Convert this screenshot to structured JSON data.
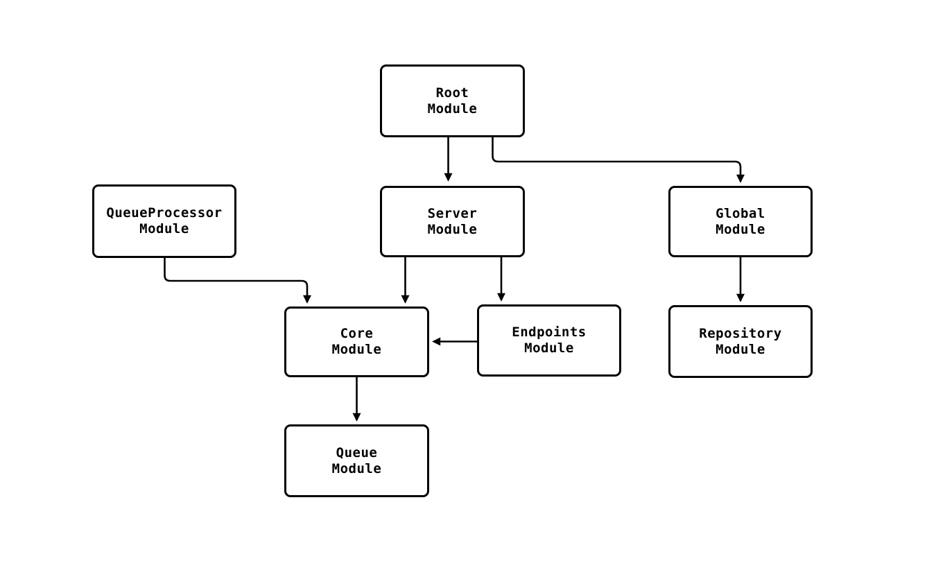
{
  "diagram": {
    "type": "module-dependency-graph",
    "background_color": "#ffffff",
    "stroke_color": "#000000",
    "text_color": "#000000",
    "nodes": {
      "root": {
        "line1": "Root",
        "line2": "Module",
        "label": "Root Module"
      },
      "queueprocessor": {
        "line1": "QueueProcessor",
        "line2": "Module",
        "label": "QueueProcessor Module"
      },
      "server": {
        "line1": "Server",
        "line2": "Module",
        "label": "Server Module"
      },
      "global": {
        "line1": "Global",
        "line2": "Module",
        "label": "Global Module"
      },
      "core": {
        "line1": "Core",
        "line2": "Module",
        "label": "Core Module"
      },
      "endpoints": {
        "line1": "Endpoints",
        "line2": "Module",
        "label": "Endpoints Module"
      },
      "repository": {
        "line1": "Repository",
        "line2": "Module",
        "label": "Repository Module"
      },
      "queue": {
        "line1": "Queue",
        "line2": "Module",
        "label": "Queue Module"
      }
    },
    "edges": [
      {
        "from": "Root Module",
        "to": "Server Module"
      },
      {
        "from": "Root Module",
        "to": "Global Module"
      },
      {
        "from": "QueueProcessor Module",
        "to": "Core Module"
      },
      {
        "from": "Server Module",
        "to": "Core Module"
      },
      {
        "from": "Server Module",
        "to": "Endpoints Module"
      },
      {
        "from": "Endpoints Module",
        "to": "Core Module"
      },
      {
        "from": "Global Module",
        "to": "Repository Module"
      },
      {
        "from": "Core Module",
        "to": "Queue Module"
      }
    ]
  }
}
